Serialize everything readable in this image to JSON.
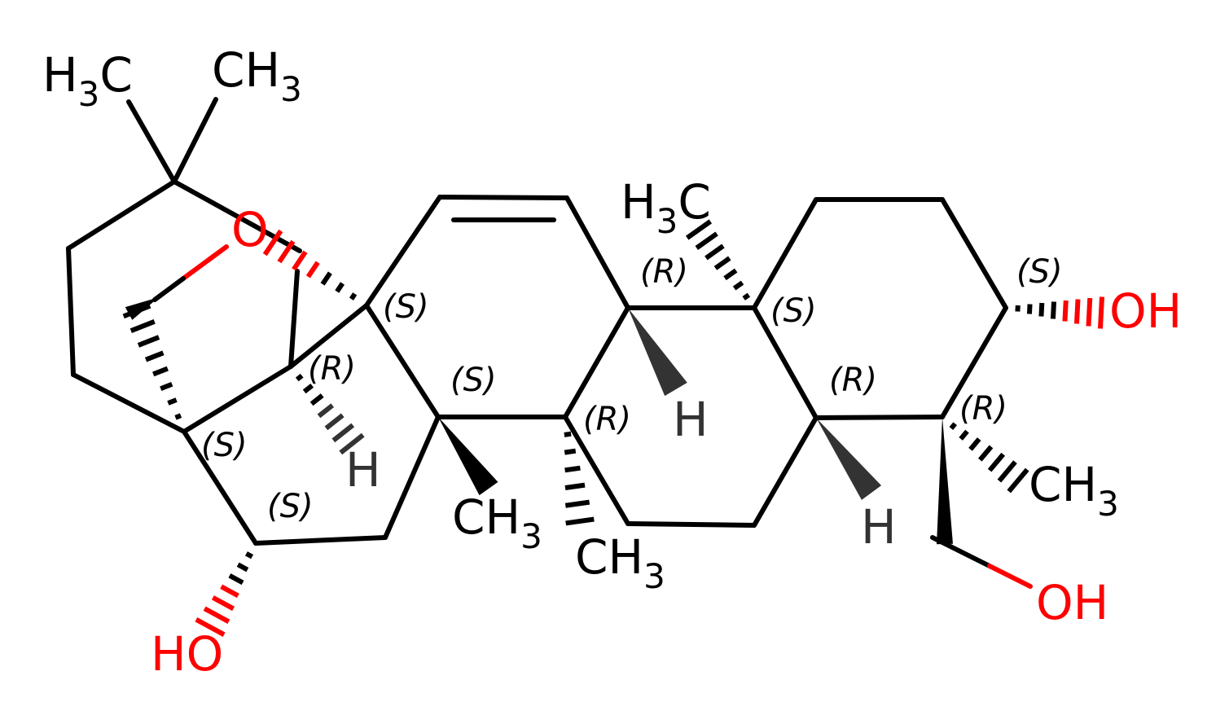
{
  "colors": {
    "bond": "#000000",
    "oxygen": "#ff0000",
    "hydrogen": "#333333"
  },
  "atoms": {
    "h3c_top_left": {
      "main": "H",
      "sub": "3",
      "tail": "C"
    },
    "ch3_top": {
      "main": "CH",
      "sub": "3"
    },
    "o_bridge": "O",
    "h3c_mid": {
      "main": "H",
      "sub": "3",
      "tail": "C"
    },
    "oh_right": "OH",
    "h_ring_c": "H",
    "h_left": "H",
    "h_ring_d": "H",
    "ch3_a": {
      "main": "CH",
      "sub": "3"
    },
    "ch3_b": {
      "main": "CH",
      "sub": "3"
    },
    "ch3_right": {
      "main": "CH",
      "sub": "3"
    },
    "oh_bottom_right": "OH",
    "ho_bottom_left": "HO"
  },
  "stereo": [
    "(S)",
    "(R)",
    "(S)",
    "(S)",
    "(S)",
    "(R)",
    "(R)",
    "(S)",
    "(R)",
    "(S)",
    "(R)"
  ]
}
